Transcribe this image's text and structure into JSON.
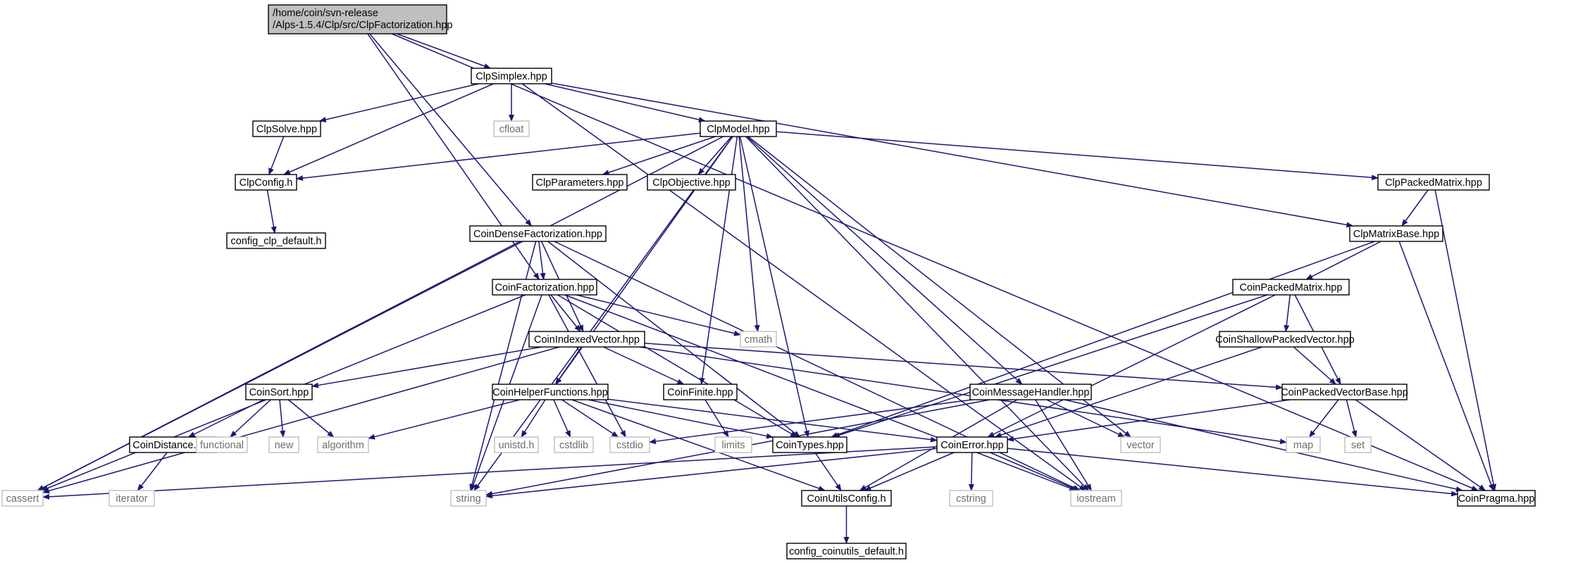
{
  "diagram": {
    "type": "include-dependency-graph",
    "edge_color": "#191970",
    "main_node_fill": "#bfbfbf",
    "system_header_border": "#bfbfbf",
    "nodes": [
      {
        "id": "root",
        "label_lines": [
          "/home/coin/svn-release",
          "/Alps-1.5.4/Clp/src/ClpFactorization.hpp"
        ],
        "kind": "main"
      },
      {
        "id": "clpsimplex",
        "label": "ClpSimplex.hpp",
        "kind": "doc"
      },
      {
        "id": "clppragma",
        "label": "CoinPragma.hpp",
        "kind": "doc"
      },
      {
        "id": "clpsolve",
        "label": "ClpSolve.hpp",
        "kind": "doc"
      },
      {
        "id": "cfloat",
        "label": "cfloat",
        "kind": "sys"
      },
      {
        "id": "clpmodel",
        "label": "ClpModel.hpp",
        "kind": "doc"
      },
      {
        "id": "clpconfig",
        "label": "ClpConfig.h",
        "kind": "doc"
      },
      {
        "id": "clpparams",
        "label": "ClpParameters.hpp",
        "kind": "doc"
      },
      {
        "id": "clpobj",
        "label": "ClpObjective.hpp",
        "kind": "doc"
      },
      {
        "id": "clppacked",
        "label": "ClpPackedMatrix.hpp",
        "kind": "doc"
      },
      {
        "id": "configclp",
        "label": "config_clp_default.h",
        "kind": "doc"
      },
      {
        "id": "coindense",
        "label": "CoinDenseFactorization.hpp",
        "kind": "doc"
      },
      {
        "id": "clpmatrixbase",
        "label": "ClpMatrixBase.hpp",
        "kind": "doc"
      },
      {
        "id": "coinfact",
        "label": "CoinFactorization.hpp",
        "kind": "doc"
      },
      {
        "id": "coinpackedmat",
        "label": "CoinPackedMatrix.hpp",
        "kind": "doc"
      },
      {
        "id": "cmath",
        "label": "cmath",
        "kind": "sys"
      },
      {
        "id": "coinindexed",
        "label": "CoinIndexedVector.hpp",
        "kind": "doc"
      },
      {
        "id": "coinshallow",
        "label": "CoinShallowPackedVector.hpp",
        "kind": "doc"
      },
      {
        "id": "coinsort",
        "label": "CoinSort.hpp",
        "kind": "doc"
      },
      {
        "id": "coinhelper",
        "label": "CoinHelperFunctions.hpp",
        "kind": "doc"
      },
      {
        "id": "coinfinite",
        "label": "CoinFinite.hpp",
        "kind": "doc"
      },
      {
        "id": "coinmsg",
        "label": "CoinMessageHandler.hpp",
        "kind": "doc"
      },
      {
        "id": "coinpvb",
        "label": "CoinPackedVectorBase.hpp",
        "kind": "doc"
      },
      {
        "id": "coindist",
        "label": "CoinDistance.hpp",
        "kind": "doc"
      },
      {
        "id": "functional",
        "label": "functional",
        "kind": "sys"
      },
      {
        "id": "new",
        "label": "new",
        "kind": "sys"
      },
      {
        "id": "algorithm",
        "label": "algorithm",
        "kind": "sys"
      },
      {
        "id": "unistd",
        "label": "unistd.h",
        "kind": "sys"
      },
      {
        "id": "cstdlib",
        "label": "cstdlib",
        "kind": "sys"
      },
      {
        "id": "cstdio",
        "label": "cstdio",
        "kind": "sys"
      },
      {
        "id": "limits",
        "label": "limits",
        "kind": "sys"
      },
      {
        "id": "cointypes",
        "label": "CoinTypes.hpp",
        "kind": "doc"
      },
      {
        "id": "coinerror",
        "label": "CoinError.hpp",
        "kind": "doc"
      },
      {
        "id": "vector",
        "label": "vector",
        "kind": "sys"
      },
      {
        "id": "map",
        "label": "map",
        "kind": "sys"
      },
      {
        "id": "set",
        "label": "set",
        "kind": "sys"
      },
      {
        "id": "cassert",
        "label": "cassert",
        "kind": "sys"
      },
      {
        "id": "iterator",
        "label": "iterator",
        "kind": "sys"
      },
      {
        "id": "string",
        "label": "string",
        "kind": "sys"
      },
      {
        "id": "coinutilsconfig",
        "label": "CoinUtilsConfig.h",
        "kind": "doc"
      },
      {
        "id": "cstring",
        "label": "cstring",
        "kind": "sys"
      },
      {
        "id": "iostream",
        "label": "iostream",
        "kind": "sys"
      },
      {
        "id": "coinpragma",
        "label": "CoinPragma.hpp",
        "kind": "doc"
      },
      {
        "id": "configcoinutils",
        "label": "config_coinutils_default.h",
        "kind": "doc"
      }
    ],
    "edges": [
      [
        "root",
        "clpsimplex"
      ],
      [
        "root",
        "coinpragma"
      ],
      [
        "root",
        "coindense"
      ],
      [
        "root",
        "coinfact"
      ],
      [
        "clpsimplex",
        "clpsolve"
      ],
      [
        "clpsimplex",
        "cfloat"
      ],
      [
        "clpsimplex",
        "clpmodel"
      ],
      [
        "clpsimplex",
        "clpconfig"
      ],
      [
        "clpsimplex",
        "clpmatrixbase"
      ],
      [
        "clpsimplex",
        "iostream"
      ],
      [
        "clpsolve",
        "clpconfig"
      ],
      [
        "clpconfig",
        "configclp"
      ],
      [
        "clpmodel",
        "clpconfig"
      ],
      [
        "clpmodel",
        "clpparams"
      ],
      [
        "clpmodel",
        "clpobj"
      ],
      [
        "clpmodel",
        "clppacked"
      ],
      [
        "clpmodel",
        "cmath"
      ],
      [
        "clpmodel",
        "coinmsg"
      ],
      [
        "clpmodel",
        "coinhelper"
      ],
      [
        "clpmodel",
        "coinfinite"
      ],
      [
        "clpmodel",
        "cointypes"
      ],
      [
        "clpmodel",
        "vector"
      ],
      [
        "clpmodel",
        "string"
      ],
      [
        "clpmodel",
        "cassert"
      ],
      [
        "clpmodel",
        "iostream"
      ],
      [
        "clppacked",
        "clpmatrixbase"
      ],
      [
        "clppacked",
        "coinpragma"
      ],
      [
        "clpmatrixbase",
        "coinpackedmat"
      ],
      [
        "clpmatrixbase",
        "cointypes"
      ],
      [
        "clpmatrixbase",
        "coinpragma"
      ],
      [
        "coindense",
        "coinfact"
      ],
      [
        "coindense",
        "coinindexed"
      ],
      [
        "coindense",
        "cointypes"
      ],
      [
        "coindense",
        "string"
      ],
      [
        "coindense",
        "cassert"
      ],
      [
        "coindense",
        "iostream"
      ],
      [
        "coinfact",
        "coinindexed"
      ],
      [
        "coinfact",
        "cmath"
      ],
      [
        "coinfact",
        "cointypes"
      ],
      [
        "coinfact",
        "string"
      ],
      [
        "coinfact",
        "cassert"
      ],
      [
        "coinfact",
        "cstdio"
      ],
      [
        "coinfact",
        "iostream"
      ],
      [
        "coinpackedmat",
        "coinshallow"
      ],
      [
        "coinpackedmat",
        "coinpvb"
      ],
      [
        "coinpackedmat",
        "coinerror"
      ],
      [
        "coinpackedmat",
        "cointypes"
      ],
      [
        "coinshallow",
        "coinpvb"
      ],
      [
        "coinshallow",
        "coinerror"
      ],
      [
        "coinindexed",
        "coinsort"
      ],
      [
        "coinindexed",
        "coinhelper"
      ],
      [
        "coinindexed",
        "coinfinite"
      ],
      [
        "coinindexed",
        "coinpvb"
      ],
      [
        "coinindexed",
        "map"
      ],
      [
        "coinindexed",
        "cassert"
      ],
      [
        "coinsort",
        "coindist"
      ],
      [
        "coinsort",
        "functional"
      ],
      [
        "coinsort",
        "new"
      ],
      [
        "coinsort",
        "algorithm"
      ],
      [
        "coindist",
        "iterator"
      ],
      [
        "coinhelper",
        "algorithm"
      ],
      [
        "coinhelper",
        "unistd"
      ],
      [
        "coinhelper",
        "cstdlib"
      ],
      [
        "coinhelper",
        "cstdio"
      ],
      [
        "coinhelper",
        "cointypes"
      ],
      [
        "coinhelper",
        "coinerror"
      ],
      [
        "coinhelper",
        "coinutilsconfig"
      ],
      [
        "coinfinite",
        "limits"
      ],
      [
        "coinmsg",
        "cstdio"
      ],
      [
        "coinmsg",
        "vector"
      ],
      [
        "coinmsg",
        "coinutilsconfig"
      ],
      [
        "coinmsg",
        "coinpragma"
      ],
      [
        "coinmsg",
        "iostream"
      ],
      [
        "coinmsg",
        "string"
      ],
      [
        "coinpvb",
        "coinerror"
      ],
      [
        "coinpvb",
        "map"
      ],
      [
        "coinpvb",
        "set"
      ],
      [
        "coinpvb",
        "coinpragma"
      ],
      [
        "cointypes",
        "coinutilsconfig"
      ],
      [
        "coinerror",
        "coinutilsconfig"
      ],
      [
        "coinerror",
        "cstring"
      ],
      [
        "coinerror",
        "iostream"
      ],
      [
        "coinerror",
        "string"
      ],
      [
        "coinerror",
        "cassert"
      ],
      [
        "coinerror",
        "coinpragma"
      ],
      [
        "coinutilsconfig",
        "configcoinutils"
      ]
    ]
  }
}
